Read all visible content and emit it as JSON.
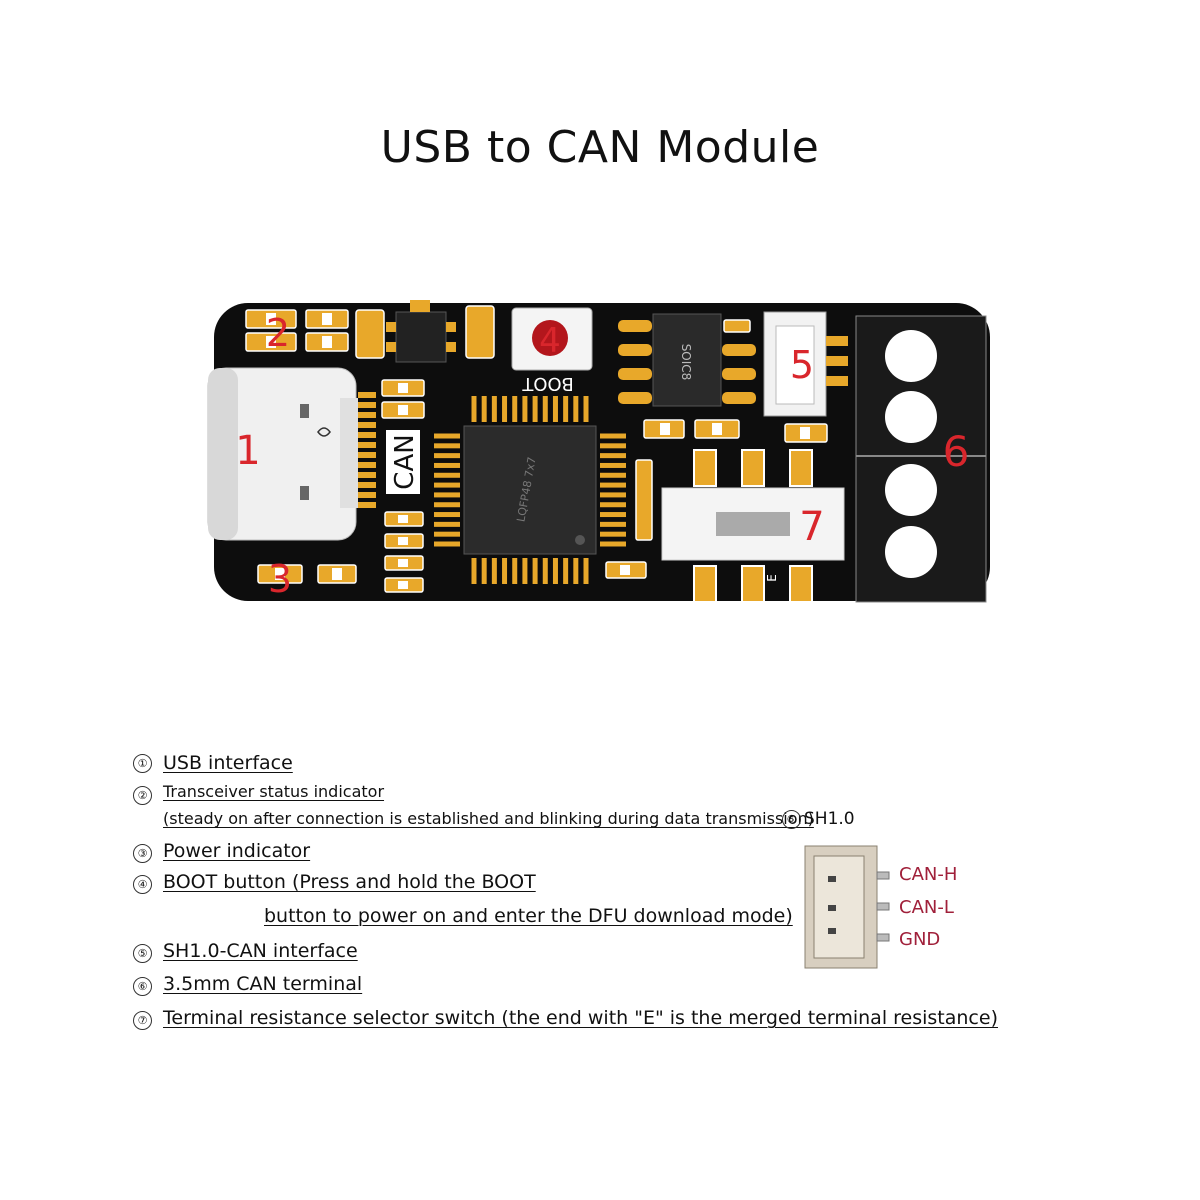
{
  "title": "USB to CAN Module",
  "board": {
    "callouts": [
      "1",
      "2",
      "3",
      "4",
      "5",
      "6",
      "7"
    ],
    "silkscreen": {
      "can": "CAN",
      "boot": "BOOT",
      "soic8": "SOIC8",
      "lqfp": "LQFP48 7x7",
      "e_mark": "E"
    },
    "colors": {
      "pcb": "#0d0d0d",
      "pad": "#e8a82a",
      "callout": "#d9262c",
      "connector": "#f2f2f2"
    }
  },
  "legend": {
    "numbers": [
      "①",
      "②",
      "③",
      "④",
      "⑤",
      "⑥",
      "⑦"
    ],
    "items": [
      {
        "number": "①",
        "text": "USB interface"
      },
      {
        "number": "②",
        "text": "Transceiver status indicator",
        "text2": "(steady on after connection is established and blinking during data transmission)"
      },
      {
        "number": "③",
        "text": "Power indicator"
      },
      {
        "number": "④",
        "text": "BOOT button (Press and hold the BOOT",
        "text2": "button to power on and enter the DFU download mode)"
      },
      {
        "number": "⑤",
        "text": "SH1.0-CAN interface"
      },
      {
        "number": "⑥",
        "text": "3.5mm CAN terminal"
      },
      {
        "number": "⑦",
        "text": "Terminal resistance selector switch (the end with \"E\" is the merged terminal resistance)"
      }
    ]
  },
  "sh_connector": {
    "number": "⑤",
    "label": "SH1.0",
    "pins": [
      "CAN-H",
      "CAN-L",
      "GND"
    ],
    "pin_color": "#a0203a"
  }
}
